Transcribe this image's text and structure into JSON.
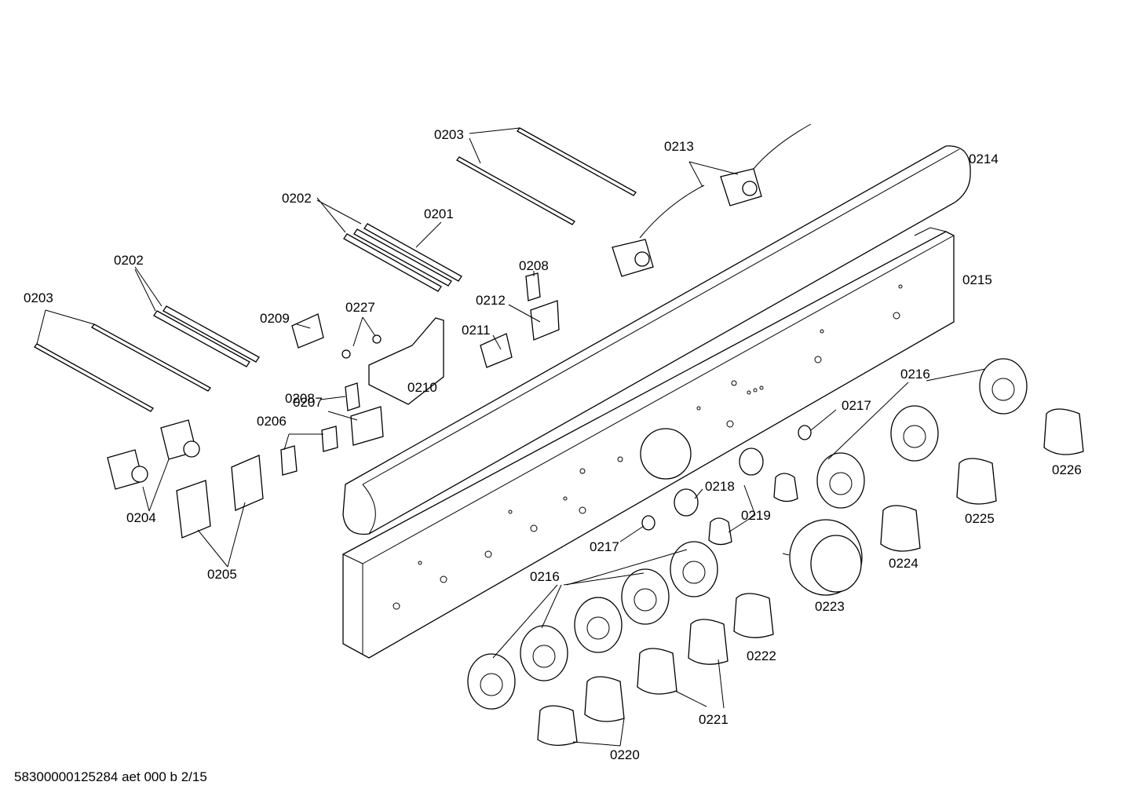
{
  "labels": {
    "l0201": "0201",
    "l0202a": "0202",
    "l0202b": "0202",
    "l0203a": "0203",
    "l0203b": "0203",
    "l0204": "0204",
    "l0205": "0205",
    "l0206": "0206",
    "l0207": "0207",
    "l0208a": "0208",
    "l0208b": "0208",
    "l0209": "0209",
    "l0210": "0210",
    "l0211": "0211",
    "l0212": "0212",
    "l0213": "0213",
    "l0214": "0214",
    "l0215": "0215",
    "l0216a": "0216",
    "l0216b": "0216",
    "l0217a": "0217",
    "l0217b": "0217",
    "l0218": "0218",
    "l0219": "0219",
    "l0220": "0220",
    "l0221": "0221",
    "l0222": "0222",
    "l0223": "0223",
    "l0224": "0224",
    "l0225": "0225",
    "l0226": "0226",
    "l0227": "0227"
  },
  "footer": "58300000125284 aet 000 b 2/15"
}
